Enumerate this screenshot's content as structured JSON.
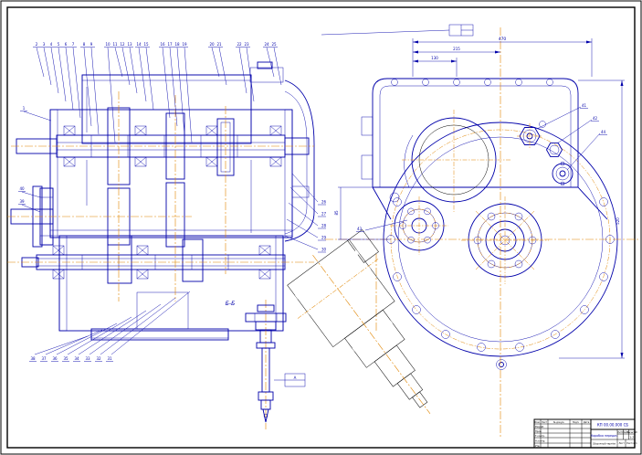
{
  "colors": {
    "line": "#0000aa",
    "center": "#e08500",
    "black": "#000000",
    "bg": "#ffffff"
  },
  "callouts": {
    "top": [
      "2",
      "3",
      "4",
      "5",
      "6",
      "7",
      "8",
      "9",
      "10",
      "11",
      "12",
      "13",
      "14",
      "15",
      "16",
      "17",
      "18",
      "19",
      "20",
      "21",
      "22",
      "23",
      "24",
      "25"
    ],
    "right": [
      "26",
      "27",
      "28",
      "29",
      "30"
    ],
    "bottom": [
      "38",
      "37",
      "36",
      "35",
      "34",
      "33",
      "32",
      "31"
    ],
    "left": [
      "1",
      "40",
      "39"
    ],
    "end_view": [
      "41",
      "42",
      "43",
      "44"
    ]
  },
  "dimensions": {
    "overall_width": "470",
    "half_width": "215",
    "boss_width": "130",
    "overall_height": "520",
    "flange_offset": "85"
  },
  "labels": {
    "section": "Б-Б",
    "detail_tag": "А"
  },
  "title_block": {
    "designation": "КП 00.00.000 СБ",
    "name": "Коробка передач",
    "doc_type": "Сборочный чертёж",
    "headers": [
      "Изм.",
      "Лист",
      "№ докум.",
      "Подп.",
      "Дата"
    ],
    "roles": [
      "Разраб.",
      "Пров.",
      "Т.контр.",
      "Н.контр.",
      "Утв."
    ],
    "lit": "Лит.",
    "mass": "Масса",
    "scale": "Масштаб",
    "scale_value": "1:2",
    "sheet": "Лист",
    "sheets": "Листов 1"
  }
}
